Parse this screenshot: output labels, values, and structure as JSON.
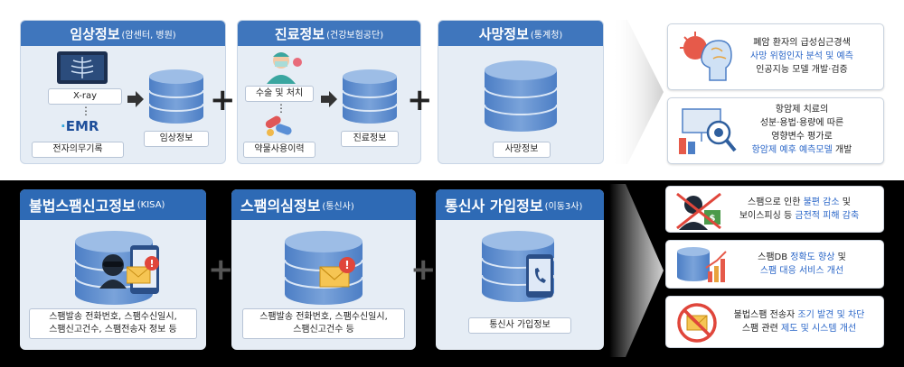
{
  "top": {
    "panels": [
      {
        "title": "임상정보",
        "subtitle": "(암센터, 병원)",
        "labels": [
          "X-ray",
          "전자의무기록",
          "임상정보"
        ],
        "emr_text": "EMR",
        "dots": "⋮"
      },
      {
        "title": "진료정보",
        "subtitle": "(건강보험공단)",
        "labels": [
          "수술 및 처치",
          "약물사용이력",
          "진료정보"
        ],
        "dots": "⋮"
      },
      {
        "title": "사망정보",
        "subtitle": "(통계청)",
        "labels": [
          "사망정보"
        ]
      }
    ],
    "plus": "+",
    "results": [
      {
        "lines": [
          {
            "parts": [
              {
                "t": "폐암 환자의 급성심근경색",
                "c": "dark"
              }
            ]
          },
          {
            "parts": [
              {
                "t": "사망 위험인자 분석 및 예측",
                "c": "blue"
              }
            ]
          },
          {
            "parts": [
              {
                "t": "인공지능 모델 개발·검증",
                "c": "dark"
              }
            ]
          }
        ]
      },
      {
        "lines": [
          {
            "parts": [
              {
                "t": "항암제 치료의",
                "c": "dark"
              }
            ]
          },
          {
            "parts": [
              {
                "t": "성분·용법·용량에 따른",
                "c": "dark"
              }
            ]
          },
          {
            "parts": [
              {
                "t": "영향변수 평가로",
                "c": "dark"
              }
            ]
          },
          {
            "parts": [
              {
                "t": "항암제 예후 예측모델",
                "c": "blue"
              },
              {
                "t": " 개발",
                "c": "dark"
              }
            ]
          }
        ]
      }
    ]
  },
  "bottom": {
    "panels": [
      {
        "title": "불법스팸신고정보",
        "subtitle": "(KISA)",
        "label_lines": [
          "스팸발송 전화번호, 스팸수신일시,",
          "스팸신고건수, 스팸전송자 정보 등"
        ]
      },
      {
        "title": "스팸의심정보",
        "subtitle": "(통신사)",
        "label_lines": [
          "스팸발송 전화번호, 스팸수신일시,",
          "스팸신고건수 등"
        ]
      },
      {
        "title": "통신사 가입정보",
        "subtitle": "(이동3사)",
        "label_lines": [
          "통신사 가입정보"
        ]
      }
    ],
    "plus": "+",
    "results": [
      {
        "lines": [
          {
            "parts": [
              {
                "t": "스팸으로 인한 ",
                "c": "dark"
              },
              {
                "t": "불편 감소",
                "c": "blue"
              },
              {
                "t": " 및",
                "c": "dark"
              }
            ]
          },
          {
            "parts": [
              {
                "t": "보이스피싱 등 ",
                "c": "dark"
              },
              {
                "t": "금전적 피해 감축",
                "c": "blue"
              }
            ]
          }
        ]
      },
      {
        "lines": [
          {
            "parts": [
              {
                "t": "스팸DB ",
                "c": "dark"
              },
              {
                "t": "정확도 향상",
                "c": "blue"
              },
              {
                "t": " 및",
                "c": "dark"
              }
            ]
          },
          {
            "parts": [
              {
                "t": "스팸 대응 서비스 개선",
                "c": "blue"
              }
            ]
          }
        ]
      },
      {
        "lines": [
          {
            "parts": [
              {
                "t": "불법스팸 전송자 ",
                "c": "dark"
              },
              {
                "t": "조기 발견 및 차단",
                "c": "blue"
              }
            ]
          },
          {
            "parts": [
              {
                "t": "스팸 관련 ",
                "c": "dark"
              },
              {
                "t": "제도 및 시스템 개선",
                "c": "blue"
              }
            ]
          }
        ]
      }
    ]
  },
  "colors": {
    "header_blue": "#3f76bd",
    "panel_bg": "#e6edf5",
    "highlight_blue": "#2a66c8",
    "db_blue": "#4d7fc6",
    "alert_red": "#e0463b"
  }
}
